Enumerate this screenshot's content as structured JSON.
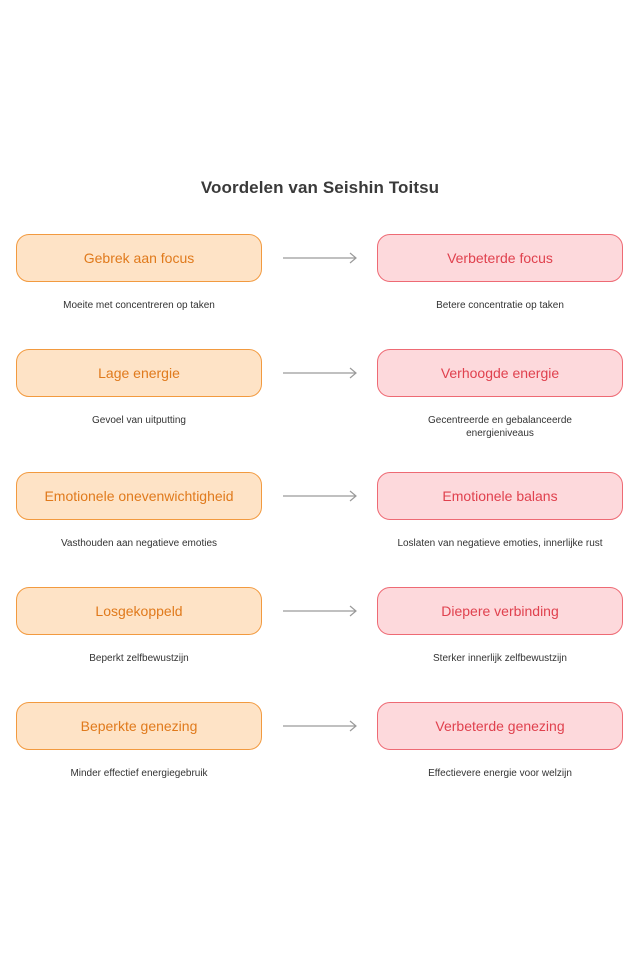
{
  "title": "Voordelen van Seishin Toitsu",
  "rows": [
    {
      "problem": "Gebrek aan focus",
      "problem_desc": "Moeite met concentreren op taken",
      "benefit": "Verbeterde focus",
      "benefit_desc": "Betere concentratie op taken"
    },
    {
      "problem": "Lage energie",
      "problem_desc": "Gevoel van uitputting",
      "benefit": "Verhoogde energie",
      "benefit_desc": "Gecentreerde en gebalanceerde energieniveaus"
    },
    {
      "problem": "Emotionele onevenwichtigheid",
      "problem_desc": "Vasthouden aan negatieve emoties",
      "benefit": "Emotionele balans",
      "benefit_desc": "Loslaten van negatieve emoties, innerlijke rust"
    },
    {
      "problem": "Losgekoppeld",
      "problem_desc": "Beperkt zelfbewustzijn",
      "benefit": "Diepere verbinding",
      "benefit_desc": "Sterker innerlijk zelfbewustzijn"
    },
    {
      "problem": "Beperkte genezing",
      "problem_desc": "Minder effectief energiegebruik",
      "benefit": "Verbeterde genezing",
      "benefit_desc": "Effectievere energie voor welzijn"
    }
  ],
  "colors": {
    "problem_fill": "#fee3c6",
    "problem_border": "#f29a3f",
    "problem_text": "#e07a1c",
    "benefit_fill": "#fdd9dc",
    "benefit_border": "#ee6a74",
    "benefit_text": "#e0414e",
    "arrow": "#9a9a9a"
  },
  "icons": {
    "connector": "arrow-right-icon"
  }
}
